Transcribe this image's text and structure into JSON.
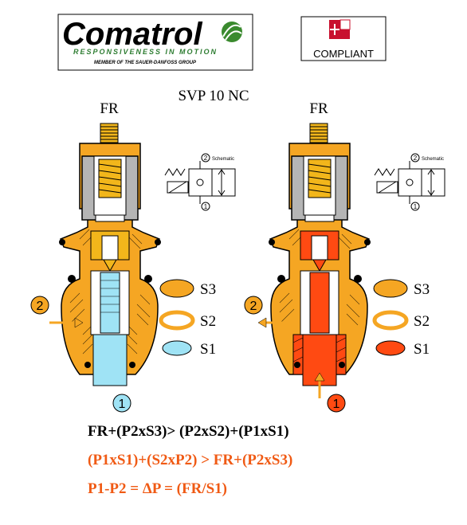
{
  "logo": {
    "brand": "Comatrol",
    "tagline": "RESPONSIVENESS IN MOTION",
    "member": "MEMBER OF THE SAUER-DANFOSS GROUP"
  },
  "compliance": {
    "label": "COMPLIANT"
  },
  "title": "SVP 10 NC",
  "valves": [
    {
      "spring_label": "FR",
      "port_upper": "2",
      "port_lower": "1",
      "schematic": {
        "label": "Schematic",
        "port_top": "2",
        "port_bottom": "1"
      },
      "legend": [
        "S3",
        "S2",
        "S1"
      ]
    },
    {
      "spring_label": "FR",
      "port_upper": "2",
      "port_lower": "1",
      "schematic": {
        "label": "Schematic",
        "port_top": "2",
        "port_bottom": "1"
      },
      "legend": [
        "S3",
        "S2",
        "S1"
      ]
    }
  ],
  "equations": [
    "FR+(P2xS3)> (P2xS2)+(P1xS1)",
    "(P1xS1)+(S2xP2) > FR+(P2xS3)",
    "P1-P2 = ΔP = (FR/S1)"
  ],
  "colors": {
    "body": "#F5A623",
    "low_pressure": "#9FE3F5",
    "high_pressure": "#FF4A12",
    "spring": "#F2B61B",
    "coil": "#B5B5B5",
    "equation_black": "#000000",
    "equation_orange": "#F05A14",
    "compliant_red": "#C8102E",
    "logo_green": "#3A8A2E"
  }
}
